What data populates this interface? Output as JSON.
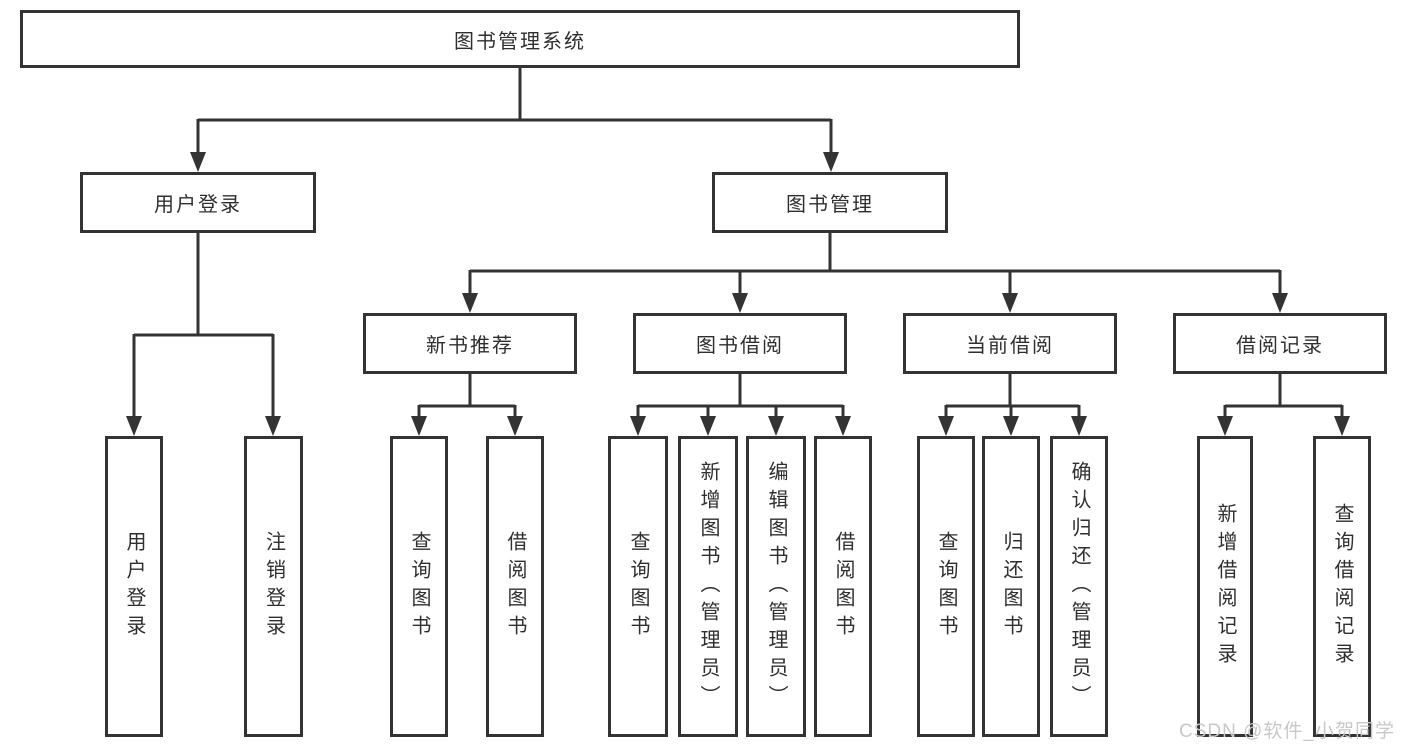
{
  "nodes": {
    "root": {
      "label": "图书管理系统"
    },
    "user_login": {
      "label": "用户登录",
      "children": [
        "用户登录",
        "注销登录"
      ]
    },
    "book_management": {
      "label": "图书管理"
    },
    "new_book_recommend": {
      "label": "新书推荐",
      "children": [
        "查询图书",
        "借阅图书"
      ]
    },
    "book_borrowing": {
      "label": "图书借阅",
      "children": [
        "查询图书",
        "新增图书（管理员）",
        "编辑图书（管理员）",
        "借阅图书"
      ]
    },
    "current_borrowing": {
      "label": "当前借阅",
      "children": [
        "查询图书",
        "归还图书",
        "确认归还（管理员）"
      ]
    },
    "borrowing_records": {
      "label": "借阅记录",
      "children": [
        "新增借阅记录",
        "查询借阅记录"
      ]
    }
  },
  "watermark": "CSDN @软件_小贺同学",
  "colors": {
    "line": "#333333",
    "text": "#2f2f2f",
    "watermark": "#c8c8c8",
    "background": "#ffffff"
  }
}
